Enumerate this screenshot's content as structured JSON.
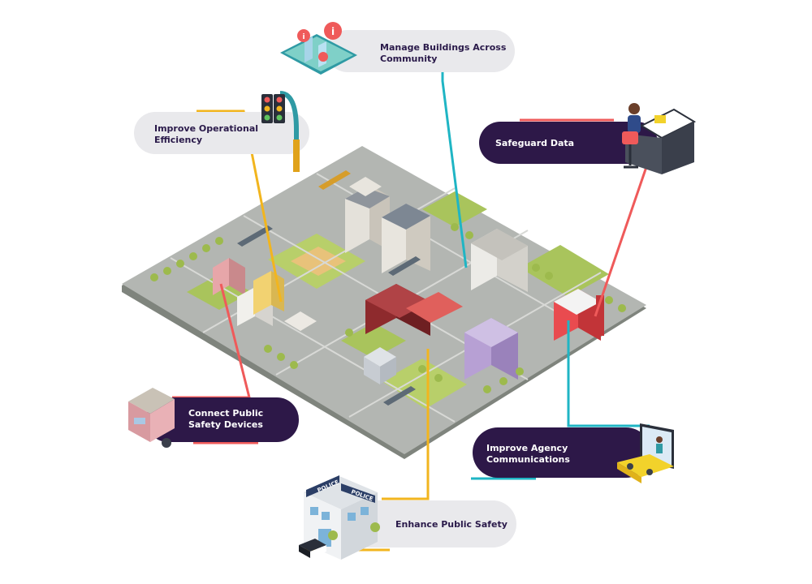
{
  "callouts": {
    "manage_buildings": {
      "text": "Manage Buildings Across Community",
      "line1": "Manage Buildings Across",
      "line2": "Community"
    },
    "operational": {
      "text": "Improve Operational Efficiency",
      "line1": "Improve Operational",
      "line2": "Efficiency"
    },
    "safeguard": {
      "text": "Safeguard Data"
    },
    "connect_devices": {
      "text": "Connect Public Safety Devices",
      "line1": "Connect Public",
      "line2": "Safety Devices"
    },
    "agency_comms": {
      "text": "Improve Agency Communications",
      "line1": "Improve Agency",
      "line2": "Communications"
    },
    "public_safety": {
      "text": "Enhance Public Safety"
    }
  },
  "signage": {
    "police": "POLICE"
  },
  "colors": {
    "pill_dark": "#2d1848",
    "pill_light": "#e9e9ec",
    "line_teal": "#1fb5c4",
    "line_yellow": "#f2b51e",
    "line_coral": "#ef5a5a",
    "ground": "#9aa099",
    "road": "#b3b6b2",
    "grass": "#b8cf6a"
  }
}
